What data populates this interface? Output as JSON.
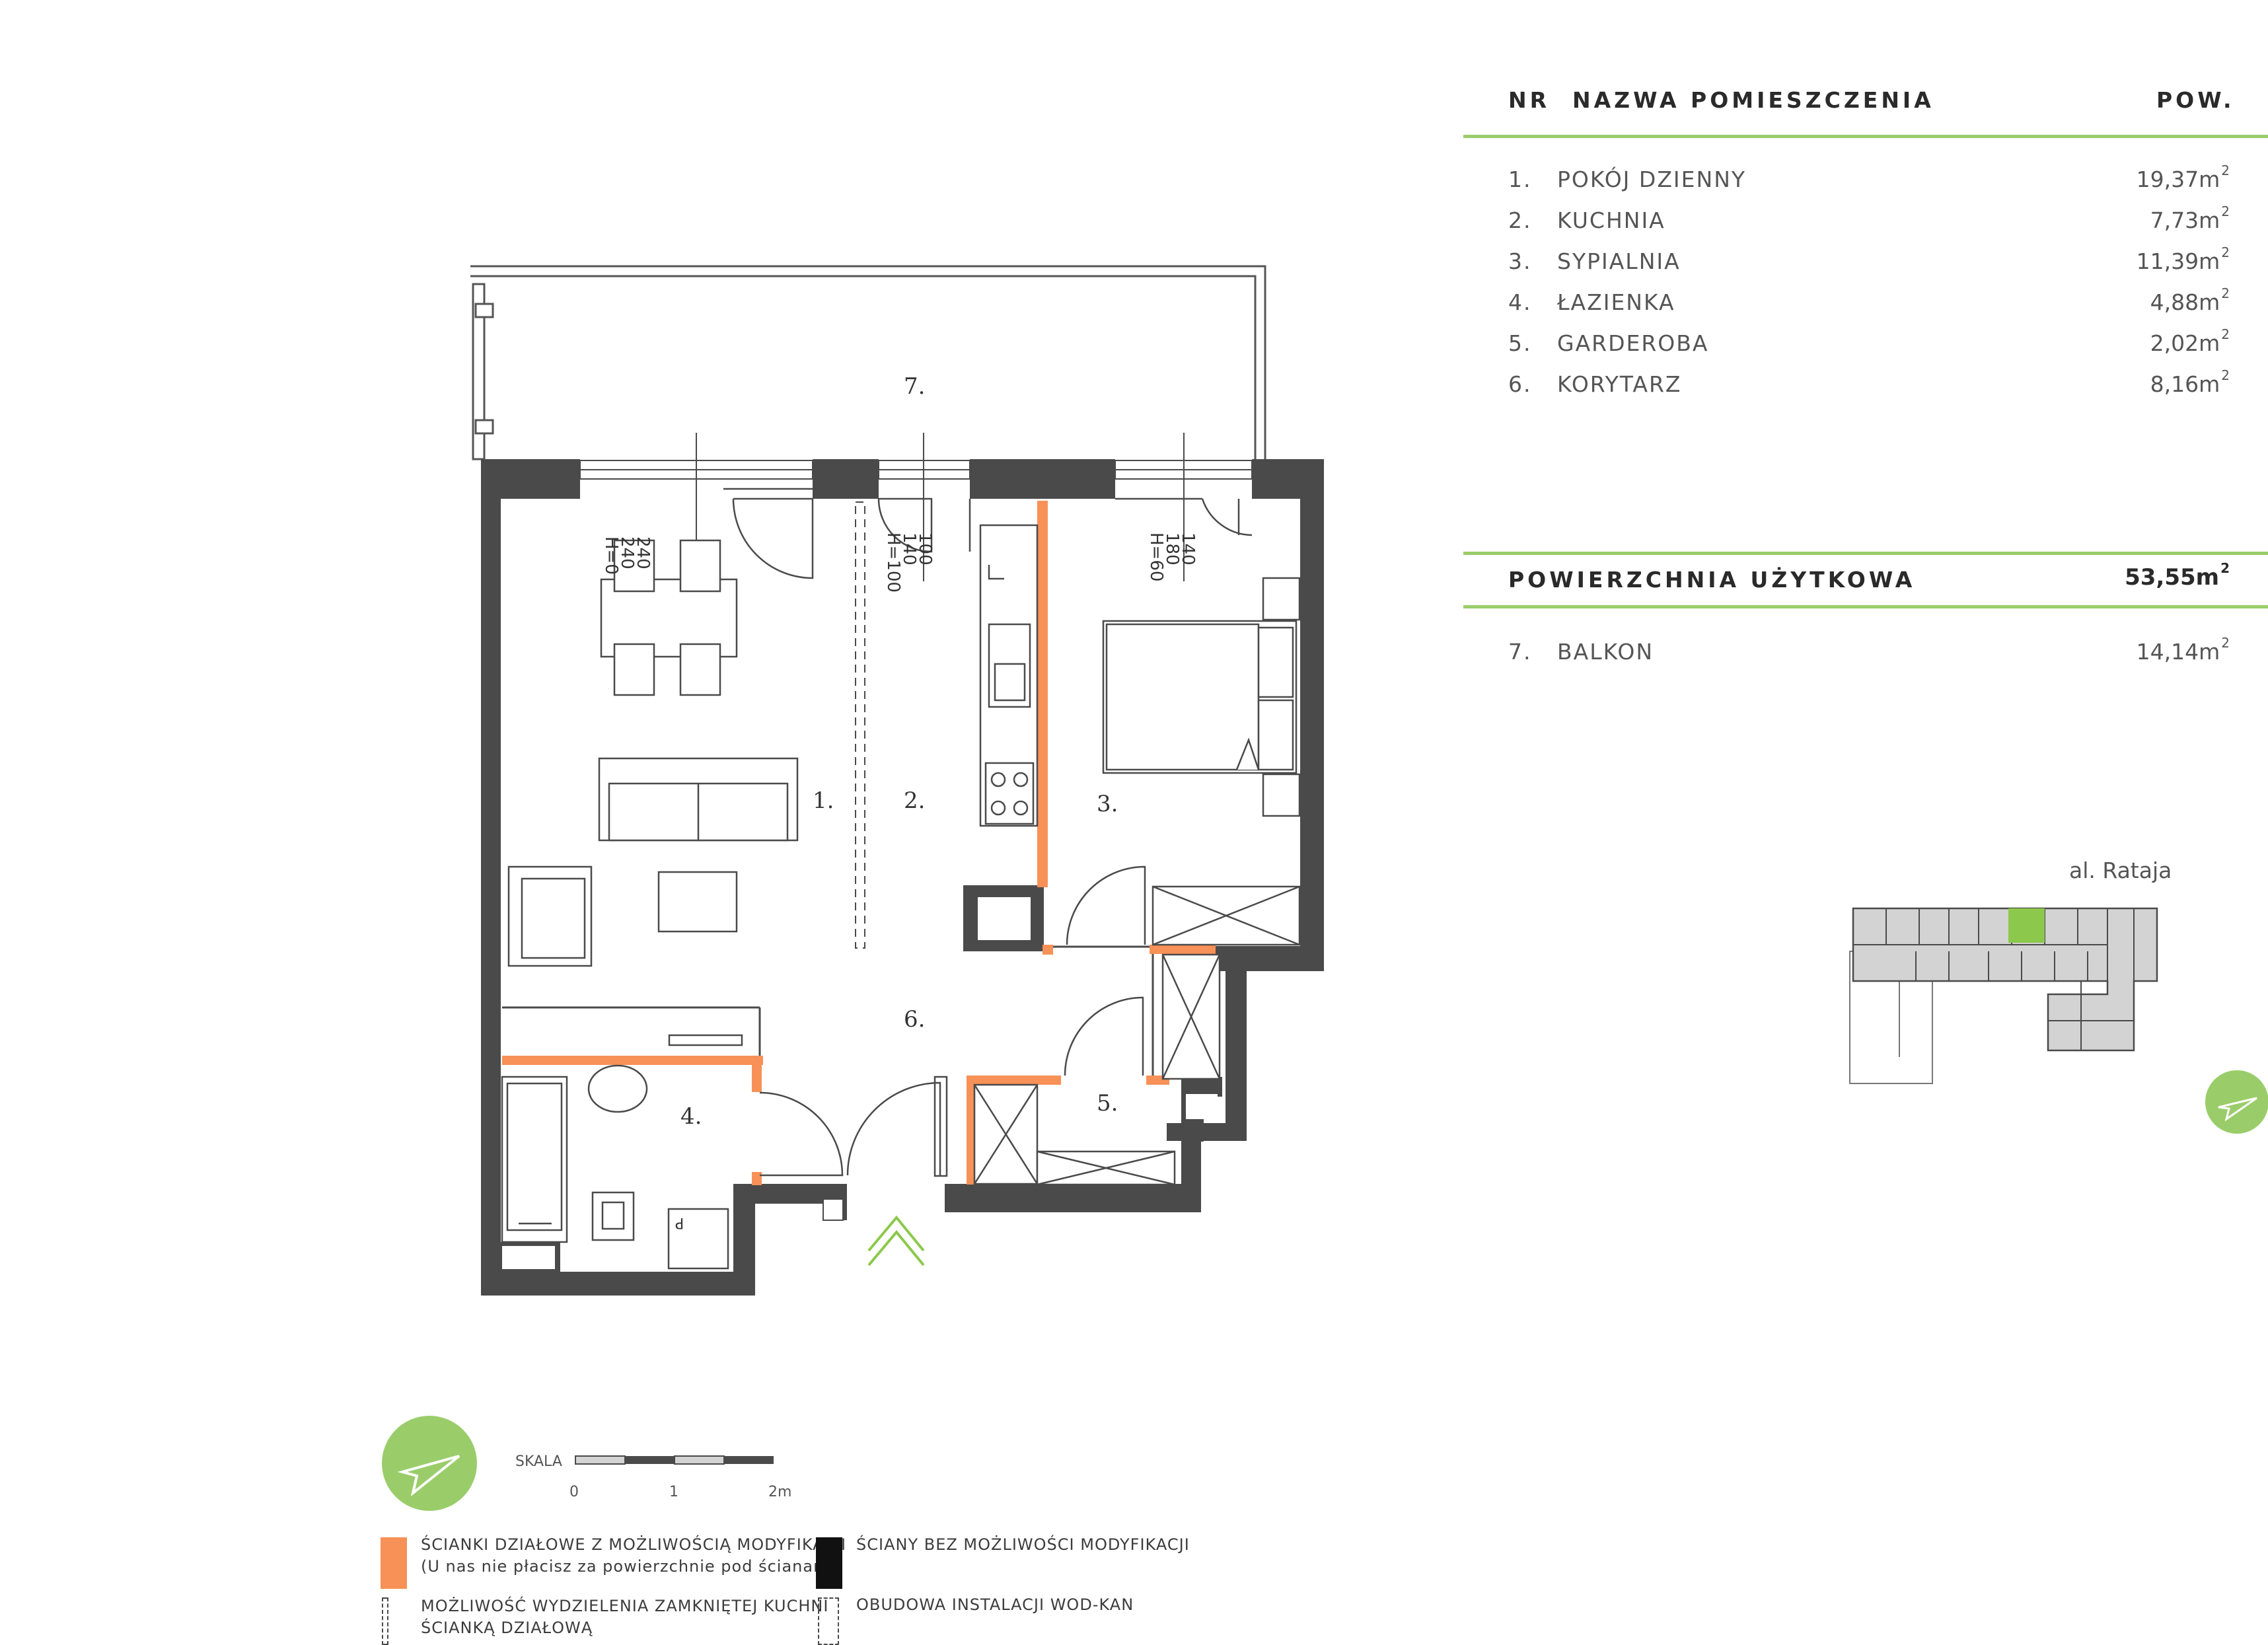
{
  "table": {
    "col_nr": "NR",
    "col_name": "NAZWA POMIESZCZENIA",
    "col_area": "POW.",
    "rooms": [
      {
        "nr": "1.",
        "name": "POKÓJ DZIENNY",
        "area": "19,37m",
        "unit_sup": "2"
      },
      {
        "nr": "2.",
        "name": "KUCHNIA",
        "area": "7,73m",
        "unit_sup": "2"
      },
      {
        "nr": "3.",
        "name": "SYPIALNIA",
        "area": "11,39m",
        "unit_sup": "2"
      },
      {
        "nr": "4.",
        "name": "ŁAZIENKA",
        "area": "4,88m",
        "unit_sup": "2"
      },
      {
        "nr": "5.",
        "name": "GARDEROBA",
        "area": "2,02m",
        "unit_sup": "2"
      },
      {
        "nr": "6.",
        "name": "KORYTARZ",
        "area": "8,16m",
        "unit_sup": "2"
      }
    ],
    "usable_label": "POWIERZCHNIA UŻYTKOWA",
    "usable_area": "53,55m",
    "usable_sup": "2",
    "balcony": {
      "nr": "7.",
      "name": "BALKON",
      "area": "14,14m",
      "unit_sup": "2"
    }
  },
  "plan": {
    "room_labels": [
      "1.",
      "2.",
      "3.",
      "4.",
      "5.",
      "6.",
      "7."
    ],
    "window_dims": [
      {
        "top": "240",
        "mid": "240",
        "h": "H=0"
      },
      {
        "top": "100",
        "mid": "140",
        "h": "H=100"
      },
      {
        "top": "140",
        "mid": "180",
        "h": "H=60"
      }
    ],
    "sink_letter": "P"
  },
  "scale": {
    "label": "SKALA",
    "ticks": [
      "0",
      "1",
      "2m"
    ]
  },
  "legend": {
    "orange_line1": "ŚCIANKI DZIAŁOWE Z MOŻLIWOŚCIĄ MODYFIKACJI",
    "orange_line2": "(U nas nie płacisz za powierzchnie pod ścianami)",
    "black": "ŚCIANY BEZ MOŻLIWOŚCI MODYFIKACJI",
    "kitchen_line1": "MOŻLIWOŚĆ WYDZIELENIA ZAMKNIĘTEJ KUCHNI",
    "kitchen_line2": "ŚCIANKĄ DZIAŁOWĄ",
    "install": "OBUDOWA INSTALACJI WOD-KAN"
  },
  "keyplan": {
    "street": "al. Rataja"
  },
  "colors": {
    "accent_green": "#9acd6a",
    "modifiable_wall": "#f79157",
    "structural_wall": "#4a4a4a"
  }
}
